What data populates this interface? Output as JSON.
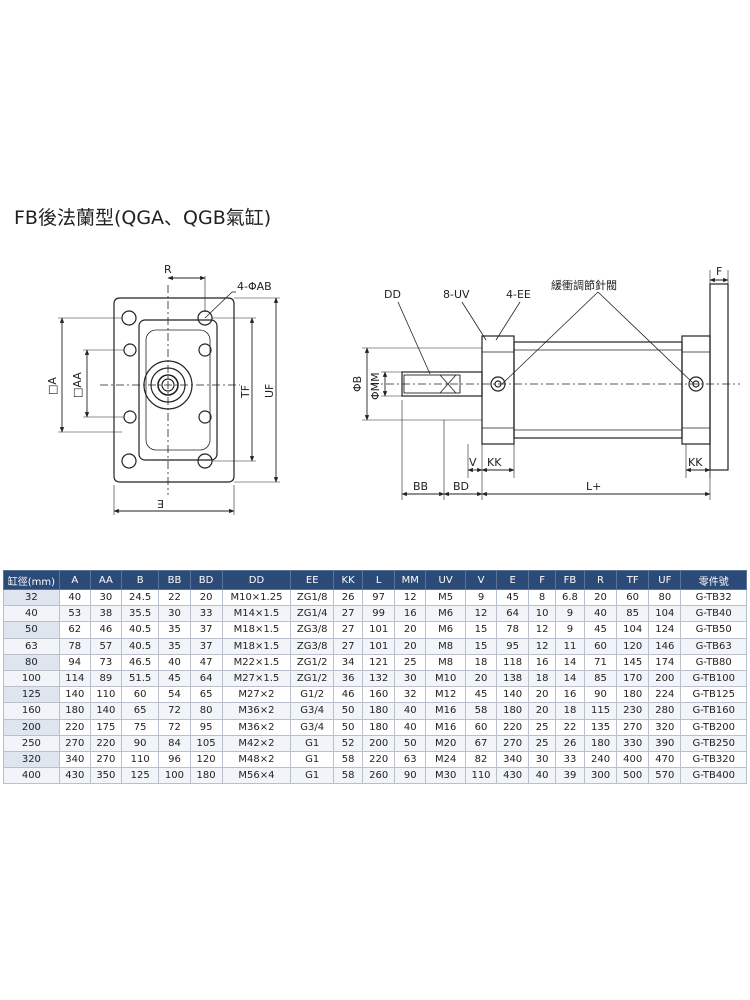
{
  "title": "FB後法蘭型(QGA、QGB氣缸)",
  "front_view": {
    "labels": {
      "R": "R",
      "AB": "4-ΦAB",
      "A": "□A",
      "AA": "□AA",
      "TF": "TF",
      "UF": "UF",
      "E": "E"
    }
  },
  "side_view": {
    "labels": {
      "DD": "DD",
      "UV": "8-UV",
      "EE": "4-EE",
      "valve": "緩衝調節針閥",
      "F": "F",
      "B": "ΦB",
      "MM": "ΦMM",
      "V": "V",
      "KK_left": "KK",
      "KK_right": "KK",
      "BB": "BB",
      "BD": "BD",
      "L": "L+"
    }
  },
  "table": {
    "headers": [
      "缸徑(mm)",
      "A",
      "AA",
      "B",
      "BB",
      "BD",
      "DD",
      "EE",
      "KK",
      "L",
      "MM",
      "UV",
      "V",
      "E",
      "F",
      "FB",
      "R",
      "TF",
      "UF",
      "零件號"
    ],
    "rows": [
      [
        "32",
        "40",
        "30",
        "24.5",
        "22",
        "20",
        "M10×1.25",
        "ZG1/8",
        "26",
        "97",
        "12",
        "M5",
        "9",
        "45",
        "8",
        "6.8",
        "20",
        "60",
        "80",
        "G-TB32"
      ],
      [
        "40",
        "53",
        "38",
        "35.5",
        "30",
        "33",
        "M14×1.5",
        "ZG1/4",
        "27",
        "99",
        "16",
        "M6",
        "12",
        "64",
        "10",
        "9",
        "40",
        "85",
        "104",
        "G-TB40"
      ],
      [
        "50",
        "62",
        "46",
        "40.5",
        "35",
        "37",
        "M18×1.5",
        "ZG3/8",
        "27",
        "101",
        "20",
        "M6",
        "15",
        "78",
        "12",
        "9",
        "45",
        "104",
        "124",
        "G-TB50"
      ],
      [
        "63",
        "78",
        "57",
        "40.5",
        "35",
        "37",
        "M18×1.5",
        "ZG3/8",
        "27",
        "101",
        "20",
        "M8",
        "15",
        "95",
        "12",
        "11",
        "60",
        "120",
        "146",
        "G-TB63"
      ],
      [
        "80",
        "94",
        "73",
        "46.5",
        "40",
        "47",
        "M22×1.5",
        "ZG1/2",
        "34",
        "121",
        "25",
        "M8",
        "18",
        "118",
        "16",
        "14",
        "71",
        "145",
        "174",
        "G-TB80"
      ],
      [
        "100",
        "114",
        "89",
        "51.5",
        "45",
        "64",
        "M27×1.5",
        "ZG1/2",
        "36",
        "132",
        "30",
        "M10",
        "20",
        "138",
        "18",
        "14",
        "85",
        "170",
        "200",
        "G-TB100"
      ],
      [
        "125",
        "140",
        "110",
        "60",
        "54",
        "65",
        "M27×2",
        "G1/2",
        "46",
        "160",
        "32",
        "M12",
        "45",
        "140",
        "20",
        "16",
        "90",
        "180",
        "224",
        "G-TB125"
      ],
      [
        "160",
        "180",
        "140",
        "65",
        "72",
        "80",
        "M36×2",
        "G3/4",
        "50",
        "180",
        "40",
        "M16",
        "58",
        "180",
        "20",
        "18",
        "115",
        "230",
        "280",
        "G-TB160"
      ],
      [
        "200",
        "220",
        "175",
        "75",
        "72",
        "95",
        "M36×2",
        "G3/4",
        "50",
        "180",
        "40",
        "M16",
        "60",
        "220",
        "25",
        "22",
        "135",
        "270",
        "320",
        "G-TB200"
      ],
      [
        "250",
        "270",
        "220",
        "90",
        "84",
        "105",
        "M42×2",
        "G1",
        "52",
        "200",
        "50",
        "M20",
        "67",
        "270",
        "25",
        "26",
        "180",
        "330",
        "390",
        "G-TB250"
      ],
      [
        "320",
        "340",
        "270",
        "110",
        "96",
        "120",
        "M48×2",
        "G1",
        "58",
        "220",
        "63",
        "M24",
        "82",
        "340",
        "30",
        "33",
        "240",
        "400",
        "470",
        "G-TB320"
      ],
      [
        "400",
        "430",
        "350",
        "125",
        "100",
        "180",
        "M56×4",
        "G1",
        "58",
        "260",
        "90",
        "M30",
        "110",
        "430",
        "40",
        "39",
        "300",
        "500",
        "570",
        "G-TB400"
      ]
    ]
  }
}
